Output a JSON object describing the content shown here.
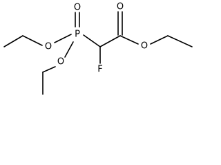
{
  "diagram": {
    "atoms": {
      "phosphorus": "P",
      "phosphoryl_oxygen": "O",
      "ester_oxygen_upper": "O",
      "ester_oxygen_lower": "O",
      "carbonyl_oxygen": "O",
      "carboxyl_oxygen": "O",
      "fluorine": "F"
    }
  }
}
